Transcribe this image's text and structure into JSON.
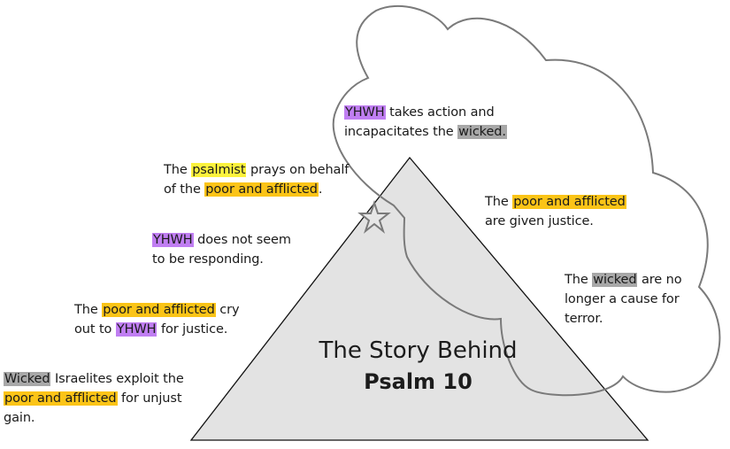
{
  "colors": {
    "yhwh": "#c07ef2",
    "wicked": "#a8a8a8",
    "poor_and_afflicted": "#fbc417",
    "psalmist": "#fdf33d",
    "triangle_fill": "#e3e3e3",
    "cloud_stroke": "#7a7a7a"
  },
  "title": {
    "line1": "The Story Behind",
    "line2": "Psalm 10"
  },
  "notes": {
    "wicked_exploit": {
      "a": "Wicked",
      "b": " Israelites exploit the",
      "c": "poor and afflicted",
      "d": " for unjust",
      "e": "gain."
    },
    "cry_out": {
      "a": "The ",
      "b": "poor and afflicted",
      "c": " cry",
      "d": "out to ",
      "e": "YHWH",
      "f": " for justice."
    },
    "not_responding": {
      "a": "YHWH",
      "b": " does not seem",
      "c": "to be responding."
    },
    "psalmist_prays": {
      "a": "The ",
      "b": "psalmist",
      "c": " prays on behalf",
      "d": "of the ",
      "e": "poor and afflicted",
      "f": "."
    },
    "takes_action": {
      "a": "YHWH",
      "b": " takes action and",
      "c": "incapacitates the ",
      "d": "wicked."
    },
    "given_justice": {
      "a": "The ",
      "b": "poor and afflicted",
      "c": "are given justice."
    },
    "no_longer_terror": {
      "a": "The ",
      "b": "wicked",
      "c": " are no",
      "d": "longer a cause for",
      "e": "terror."
    }
  }
}
